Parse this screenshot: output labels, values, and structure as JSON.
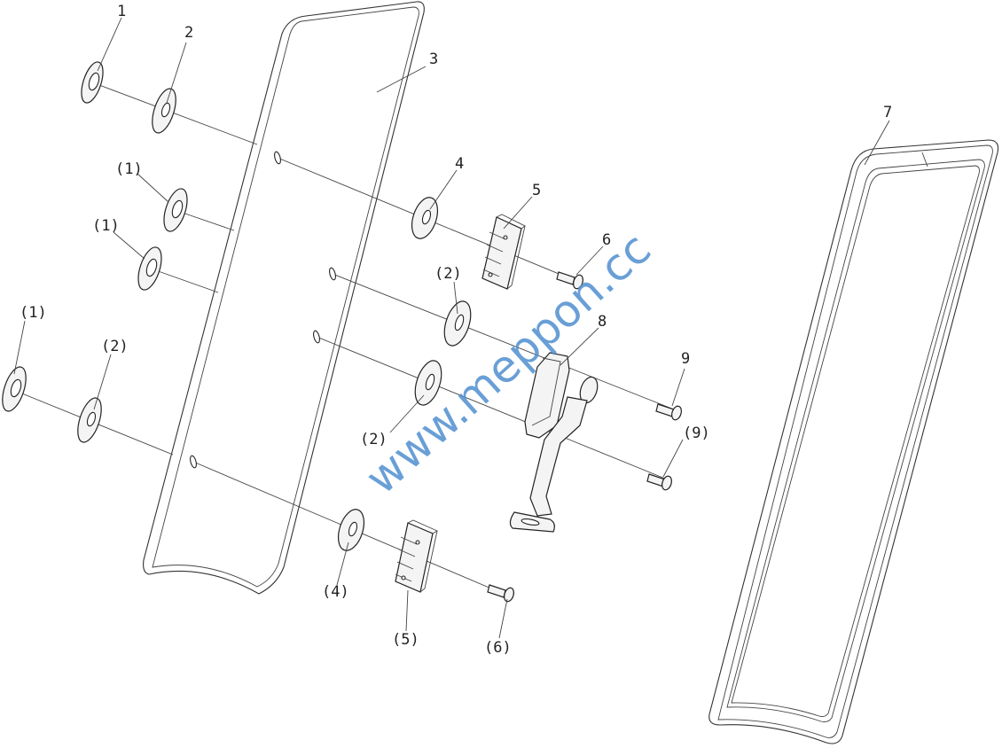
{
  "watermark": "www.meppon.cc",
  "labels": {
    "l1": "1",
    "l2": "2",
    "l3": "3",
    "l1b": "(1)",
    "l1c": "(1)",
    "l1d": "(1)",
    "l2b": "(2)",
    "l4": "4",
    "l5": "5",
    "l6": "6",
    "l2c": "(2)",
    "l8": "8",
    "l9": "9",
    "l2d": "(2)",
    "l9b": "(9)",
    "l7": "7",
    "l4b": "(4)",
    "l5b": "(5)",
    "l6b": "(6)"
  }
}
